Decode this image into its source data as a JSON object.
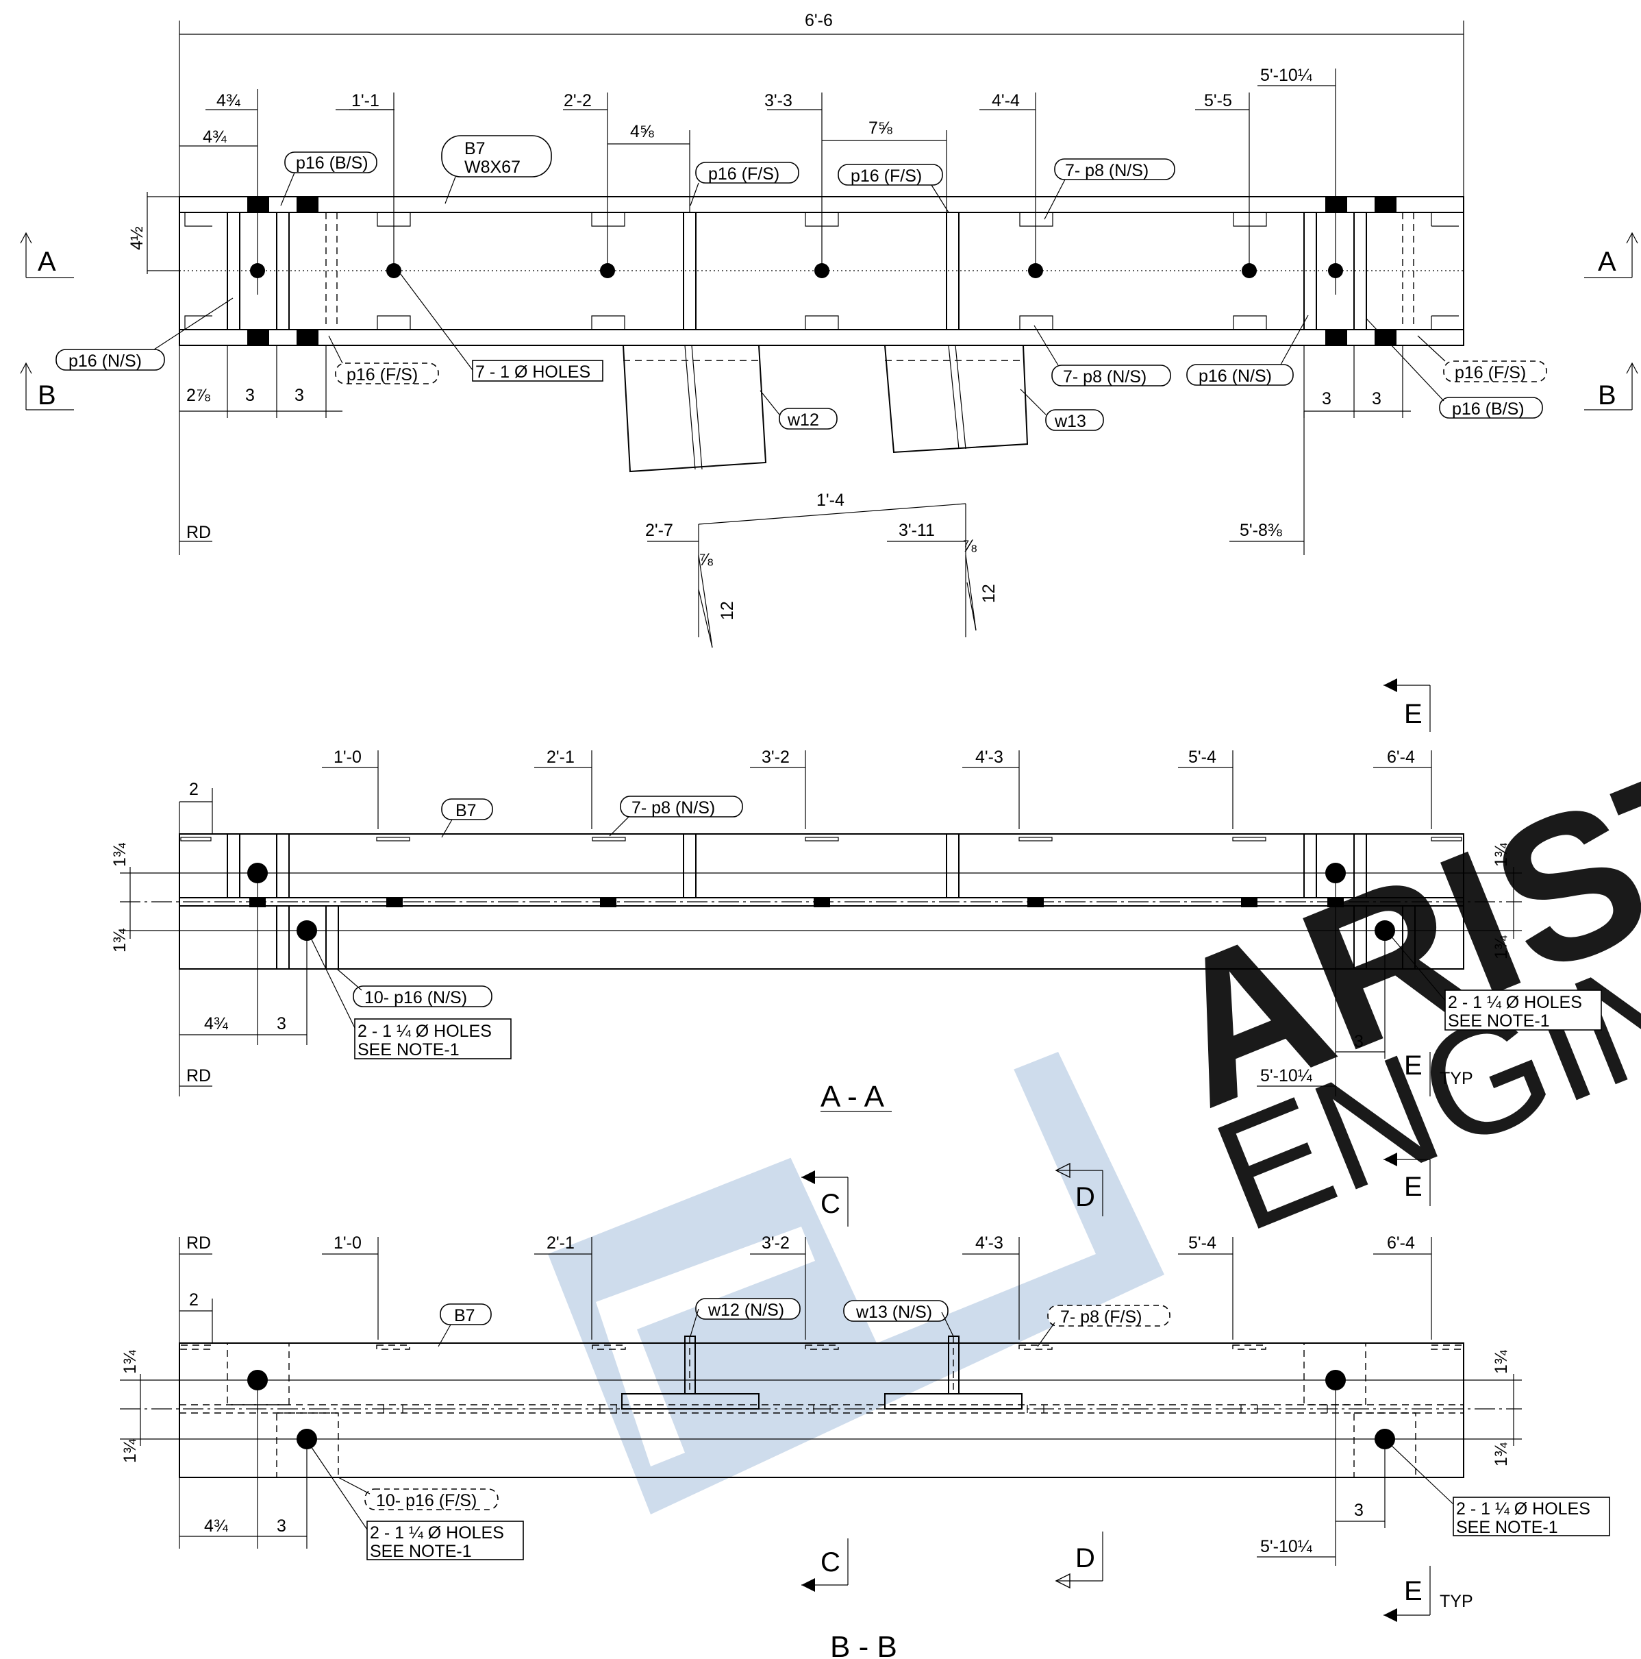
{
  "watermark": {
    "color": "#c9d8ea",
    "text_color": "#e6e6e6"
  },
  "top_view": {
    "overall": "6'-6",
    "dims_top": [
      "4¾",
      "4¾",
      "1'-1",
      "2'-2",
      "4⅝",
      "3'-3",
      "7⅝",
      "4'-4",
      "5'-5",
      "5'-10¼"
    ],
    "dim_height": "4½",
    "dims_bottom": [
      "2⅞",
      "3",
      "3",
      "3",
      "3"
    ],
    "dims_lower": [
      "1'-4",
      "2'-7",
      "3'-11",
      "5'-8⅜",
      "⅞",
      "⅞",
      "12",
      "12"
    ],
    "rd": "RD",
    "callouts": {
      "beam": "B7",
      "beam_size": "W8X67",
      "p16_bs_left": "p16 (B/S)",
      "p16_fs_1": "p16 (F/S)",
      "p16_fs_2": "p16 (F/S)",
      "p8_ns_top": "7- p8 (N/S)",
      "p16_ns_left": "p16 (N/S)",
      "p16_fs_left_low": "p16 (F/S)",
      "holes": "7 - 1 Ø HOLES",
      "w12": "w12",
      "w13": "w13",
      "p8_ns_low": "7- p8 (N/S)",
      "p16_ns_right": "p16 (N/S)",
      "p16_fs_right": "p16 (F/S)",
      "p16_bs_right": "p16 (B/S)"
    },
    "section_marks": [
      "A",
      "A",
      "B",
      "B"
    ]
  },
  "section_aa": {
    "title": "A - A",
    "dims_top": [
      "1'-0",
      "2'-1",
      "3'-2",
      "4'-3",
      "5'-4",
      "6'-4",
      "2"
    ],
    "dims_side": [
      "1¾",
      "1¾",
      "1¾",
      "1¾"
    ],
    "dims_bottom": [
      "4¾",
      "3",
      "3",
      "5'-10¼"
    ],
    "rd": "RD",
    "callouts": {
      "beam": "B7",
      "p8": "7- p8  (N/S)",
      "p16": "10- p16 (N/S)",
      "holes_left_1": "2 - 1 ¼ Ø HOLES",
      "holes_left_2": "SEE NOTE-1",
      "holes_right_1": "2 - 1 ¼ Ø HOLES",
      "holes_right_2": "SEE NOTE-1"
    },
    "marks": [
      "E",
      "E",
      "TYP"
    ]
  },
  "section_bb": {
    "title": "B - B",
    "dims_top": [
      "RD",
      "1'-0",
      "2'-1",
      "3'-2",
      "4'-3",
      "5'-4",
      "6'-4",
      "2"
    ],
    "dims_side": [
      "1¾",
      "1¾",
      "1¾",
      "1¾"
    ],
    "dims_bottom": [
      "4¾",
      "3",
      "3",
      "5'-10¼"
    ],
    "callouts": {
      "beam": "B7",
      "w12": "w12 (N/S)",
      "w13": "w13 (N/S)",
      "p8": "7- p8  (F/S)",
      "p16": "10- p16 (F/S)",
      "holes_left_1": "2 - 1 ¼ Ø HOLES",
      "holes_left_2": "SEE NOTE-1",
      "holes_right_1": "2 - 1 ¼ Ø HOLES",
      "holes_right_2": "SEE NOTE-1"
    },
    "marks": [
      "C",
      "D",
      "E",
      "C",
      "D",
      "E",
      "TYP"
    ]
  }
}
